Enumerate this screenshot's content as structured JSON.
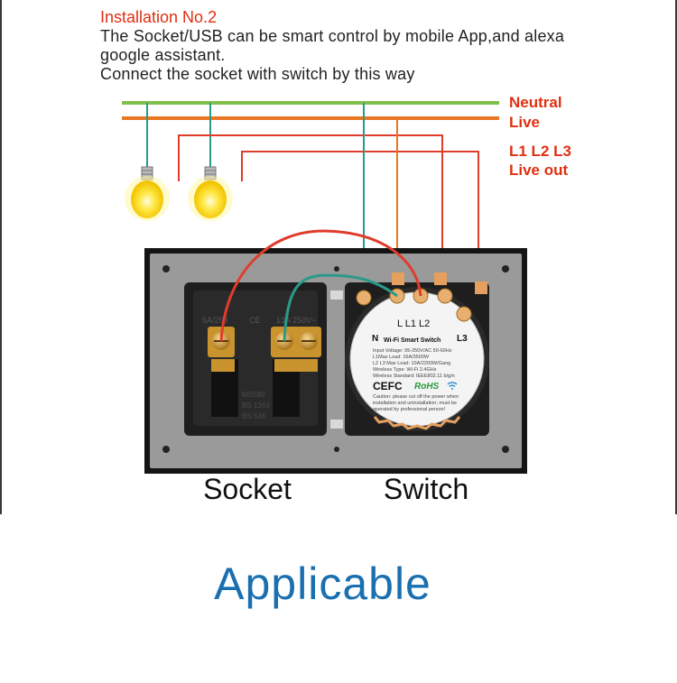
{
  "header": {
    "title": "Installation No.2",
    "line1": "The Socket/USB can be smart control by mobile App,and alexa",
    "line2": "google assistant.",
    "line3": "Connect the socket with switch by this way"
  },
  "wire_labels": {
    "neutral": "Neutral",
    "live": "Live",
    "outputs": "L1 L2 L3",
    "live_out": "Live out"
  },
  "socket_module": {
    "rating_left": "5A/253",
    "rating_center": "CE",
    "rating_right": "13A 250V~",
    "standard_1": "MS589",
    "standard_2": "BS 1363",
    "standard_3": "BS 546"
  },
  "switch_module": {
    "terminals": "L  L1 L2",
    "neutral_mark": "N",
    "name": "Wi-Fi Smart Switch",
    "l3_mark": "L3",
    "spec_1": "Input Voltage: 95-250V/AC 50-60Hz",
    "spec_2": "L1Max Load: 16A/3500W",
    "spec_3": "L2 L3 Max Load: 10A/2200W/Gang",
    "spec_4": "Wireless Type: Wi-Fi 2.4GHz",
    "spec_5": "Wireless Standard: IEEE802.11 b/g/n",
    "cert": "CEFC",
    "rohs": "RoHS",
    "caution_1": "Caution: please cut off the power when",
    "caution_2": "installation and uninstallation; must be",
    "caution_3": "operated by professional person!"
  },
  "captions": {
    "socket": "Socket",
    "switch": "Switch"
  },
  "footer": {
    "applicable": "Applicable"
  },
  "colors": {
    "neutral_wire": "#7fbf4a",
    "live_wire": "#e87722",
    "output_wire": "#e03c2c",
    "teal_wire": "#2a9a8a",
    "label_red": "#e03010",
    "plate": "#9a9a9a",
    "footer_blue": "#1a6fb0"
  }
}
